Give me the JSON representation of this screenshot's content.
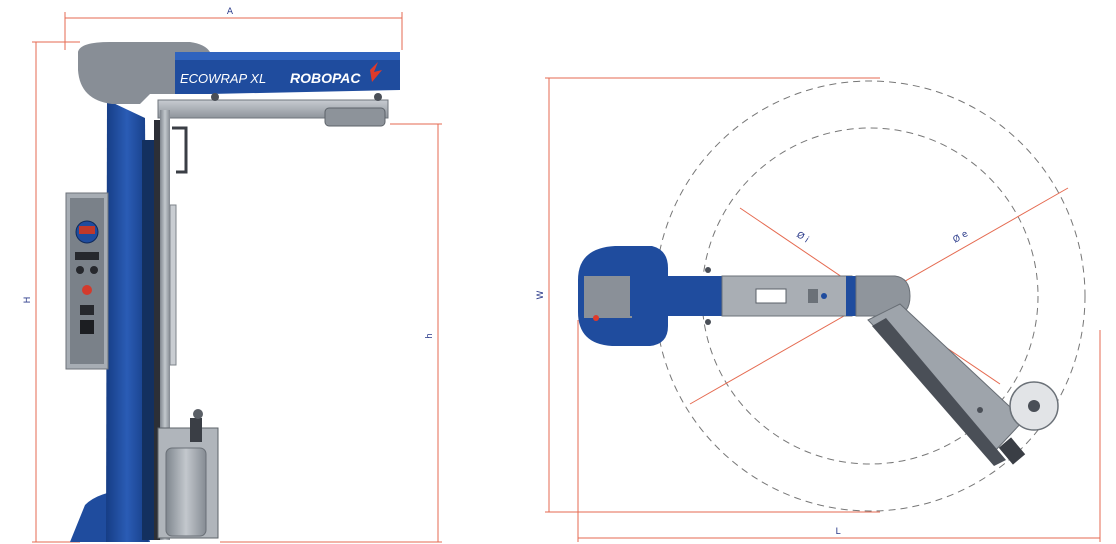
{
  "side_view": {
    "brand": {
      "model": "ECOWRAP XL",
      "maker": "ROBOPAC"
    },
    "dimensions": {
      "width_label": "A",
      "height_label": "H",
      "arm_height_label": "h"
    }
  },
  "top_view": {
    "dimensions": {
      "width_label": "W",
      "length_label": "L",
      "inner_diameter_label": "Ø i",
      "outer_diameter_label": "Ø e"
    }
  },
  "colors": {
    "machine_blue": "#1f4c9e",
    "dimension_line": "#e56a50",
    "steel": "#9aa0a8",
    "dashed_circle": "#777777"
  }
}
